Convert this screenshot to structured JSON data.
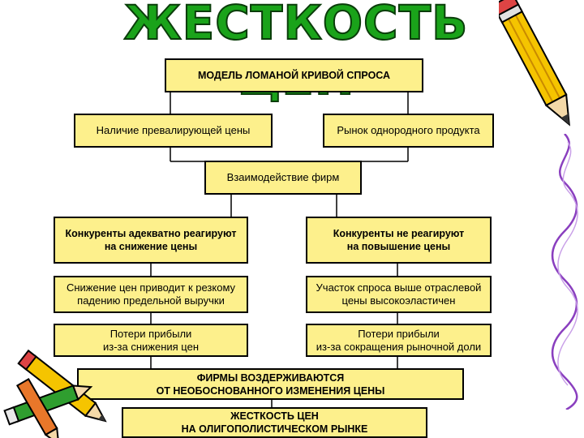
{
  "title": "ЖЕСТКОСТЬ ЦЕН",
  "boxes": {
    "model": "МОДЕЛЬ ЛОМАНОЙ КРИВОЙ СПРОСА",
    "dominant_price": "Наличие превалирующей цены",
    "homogeneous_market": "Рынок однородного продукта",
    "interaction": "Взаимодействие фирм",
    "adequate_line1": "Конкуренты адекватно реагируют",
    "adequate_line2": "на снижение цены",
    "no_react_line1": "Конкуренты не реагируют",
    "no_react_line2": "на повышение цены",
    "cut_line1": "Снижение цен приводит к резкому",
    "cut_line2": "падению предельной выручки",
    "elastic_line1": "Участок спроса выше отраслевой",
    "elastic_line2": "цены высокоэластичен",
    "loss_left_line1": "Потери прибыли",
    "loss_left_line2": "из-за снижения цен",
    "loss_right_line1": "Потери прибыли",
    "loss_right_line2": "из-за сокращения рыночной доли",
    "refrain_line1": "ФИРМЫ ВОЗДЕРЖИВАЮТСЯ",
    "refrain_line2": "ОТ НЕОБОСНОВАННОГО ИЗМЕНЕНИЯ ЦЕНЫ",
    "rigidity_line1": "ЖЕСТКОСТЬ ЦЕН",
    "rigidity_line2": "НА ОЛИГОПОЛИСТИЧЕСКОМ РЫНКЕ"
  },
  "colors": {
    "box_fill": "#fdf08c",
    "title_green": "#1aa31a",
    "connector": "#000000"
  },
  "icons": [
    "pencil-icon-top-right",
    "squiggle-line-right",
    "pencils-icon-bottom-left"
  ]
}
